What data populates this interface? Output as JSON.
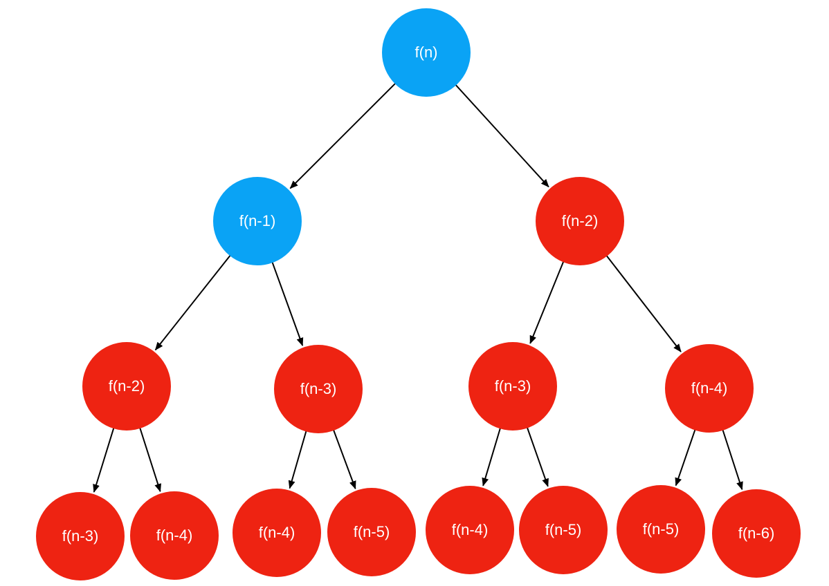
{
  "colors": {
    "computed": "#0aa3f5",
    "repeated": "#ee2312",
    "edge": "#000000"
  },
  "nodes": [
    {
      "id": "n0",
      "label": "f(n)",
      "state": "computed"
    },
    {
      "id": "n1",
      "label": "f(n-1)",
      "state": "computed"
    },
    {
      "id": "n2",
      "label": "f(n-2)",
      "state": "repeated"
    },
    {
      "id": "n3",
      "label": "f(n-2)",
      "state": "repeated"
    },
    {
      "id": "n4",
      "label": "f(n-3)",
      "state": "repeated"
    },
    {
      "id": "n5",
      "label": "f(n-3)",
      "state": "repeated"
    },
    {
      "id": "n6",
      "label": "f(n-4)",
      "state": "repeated"
    },
    {
      "id": "n7",
      "label": "f(n-3)",
      "state": "repeated"
    },
    {
      "id": "n8",
      "label": "f(n-4)",
      "state": "repeated"
    },
    {
      "id": "n9",
      "label": "f(n-4)",
      "state": "repeated"
    },
    {
      "id": "n10",
      "label": "f(n-5)",
      "state": "repeated"
    },
    {
      "id": "n11",
      "label": "f(n-4)",
      "state": "repeated"
    },
    {
      "id": "n12",
      "label": "f(n-5)",
      "state": "repeated"
    },
    {
      "id": "n13",
      "label": "f(n-5)",
      "state": "repeated"
    },
    {
      "id": "n14",
      "label": "f(n-6)",
      "state": "repeated"
    }
  ],
  "edges": [
    [
      "n0",
      "n1"
    ],
    [
      "n0",
      "n2"
    ],
    [
      "n1",
      "n3"
    ],
    [
      "n1",
      "n4"
    ],
    [
      "n2",
      "n5"
    ],
    [
      "n2",
      "n6"
    ],
    [
      "n3",
      "n7"
    ],
    [
      "n3",
      "n8"
    ],
    [
      "n4",
      "n9"
    ],
    [
      "n4",
      "n10"
    ],
    [
      "n5",
      "n11"
    ],
    [
      "n5",
      "n12"
    ],
    [
      "n6",
      "n13"
    ],
    [
      "n6",
      "n14"
    ]
  ]
}
